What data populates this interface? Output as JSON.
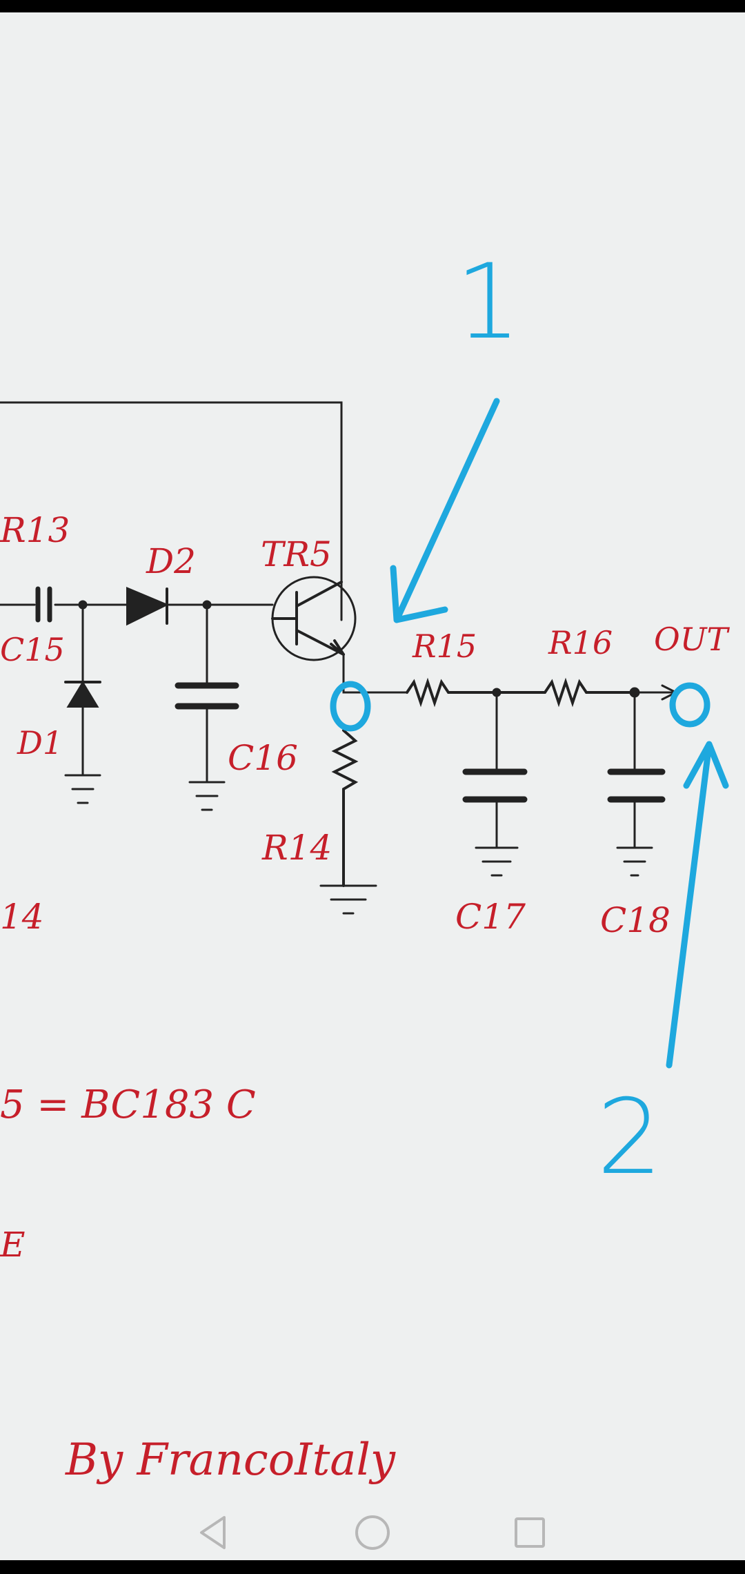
{
  "schematic": {
    "labels": {
      "r13": "R13",
      "d2": "D2",
      "tr5": "TR5",
      "c15": "C15",
      "d1": "D1",
      "c16": "C16",
      "r15": "R15",
      "r16": "R16",
      "out": "OUT",
      "r14": "R14",
      "c17": "C17",
      "c18": "C18",
      "partial_14": "14",
      "formula": "5 = BC183 C",
      "partial_e": "E"
    },
    "signature": "By FrancoItaly"
  },
  "annotations": {
    "marker_1": "1",
    "marker_2": "2",
    "color": "#1ea8de"
  },
  "ink_color": "#c61f2a",
  "nav": {
    "back_icon": "triangle-back-icon",
    "home_icon": "circle-home-icon",
    "recents_icon": "square-recents-icon"
  }
}
